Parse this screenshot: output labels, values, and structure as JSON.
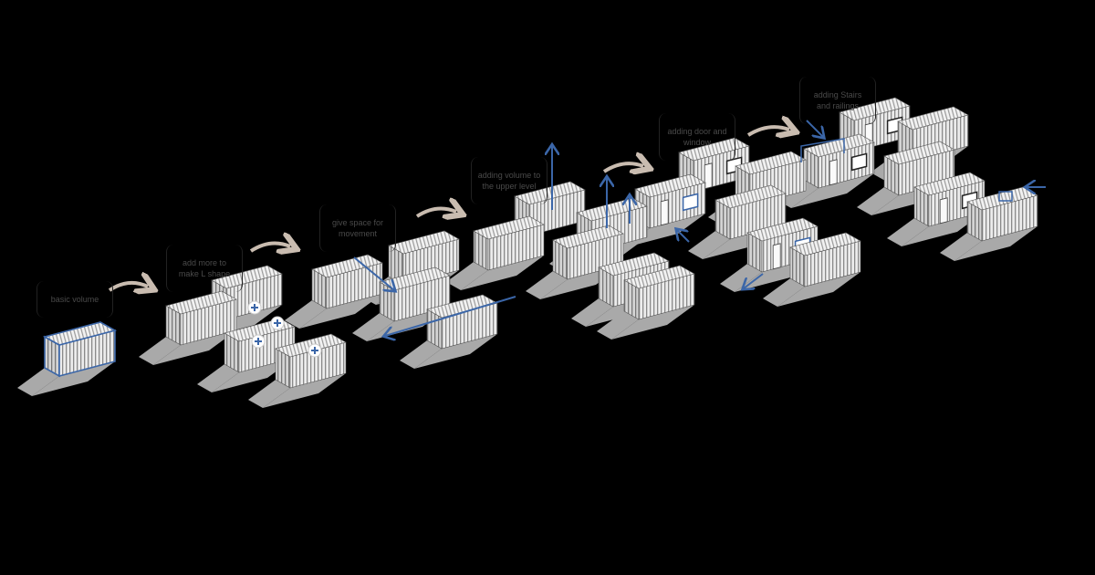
{
  "title": "Container house design evolution",
  "steps": [
    {
      "label": "basic volume"
    },
    {
      "label": "add more to make L shape"
    },
    {
      "label": "give space for movement"
    },
    {
      "label": "adding volume to the upper level"
    },
    {
      "label": "adding door and window"
    },
    {
      "label": "adding Stairs and railings"
    }
  ],
  "colors": {
    "background": "#000000",
    "accent": "#3b66a8",
    "arrow": "#c9bcb0",
    "shadow": "#a9a9a9",
    "container": "#e6e6e6"
  }
}
